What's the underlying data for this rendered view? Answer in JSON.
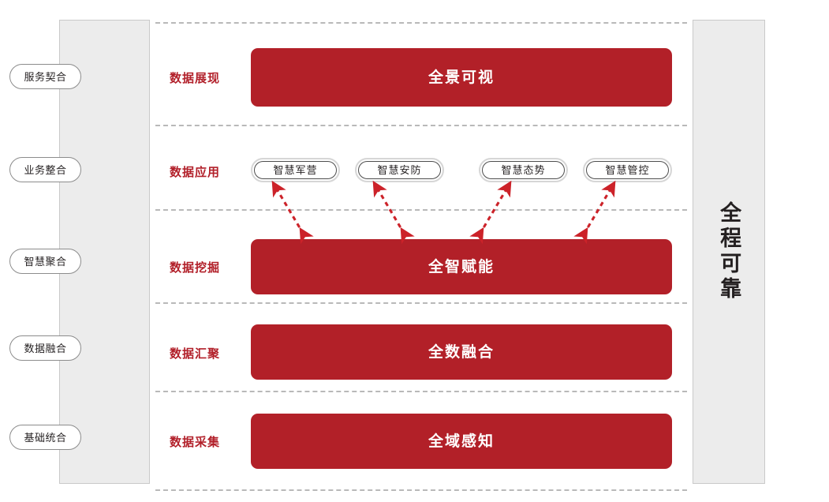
{
  "diagram": {
    "accent_red": "#b22028",
    "panel_gray": "#ececec",
    "divider_gray": "#b9b9b9",
    "left_panel": {
      "name": "integration-stages",
      "items": [
        {
          "label": "服务契合"
        },
        {
          "label": "业务整合"
        },
        {
          "label": "智慧聚合"
        },
        {
          "label": "数据融合"
        },
        {
          "label": "基础统合"
        }
      ]
    },
    "right_panel": {
      "name": "reliability-banner",
      "label": "全程可靠"
    },
    "rows": [
      {
        "key": "presentation",
        "label": "数据展现",
        "bar": "全景可视"
      },
      {
        "key": "application",
        "label": "数据应用",
        "bar": null
      },
      {
        "key": "mining",
        "label": "数据挖掘",
        "bar": "全智赋能"
      },
      {
        "key": "aggregation",
        "label": "数据汇聚",
        "bar": "全数融合"
      },
      {
        "key": "collection",
        "label": "数据采集",
        "bar": "全域感知"
      }
    ],
    "applications": [
      {
        "label": "智慧军营"
      },
      {
        "label": "智慧安防"
      },
      {
        "label": "智慧态势"
      },
      {
        "label": "智慧管控"
      }
    ]
  }
}
